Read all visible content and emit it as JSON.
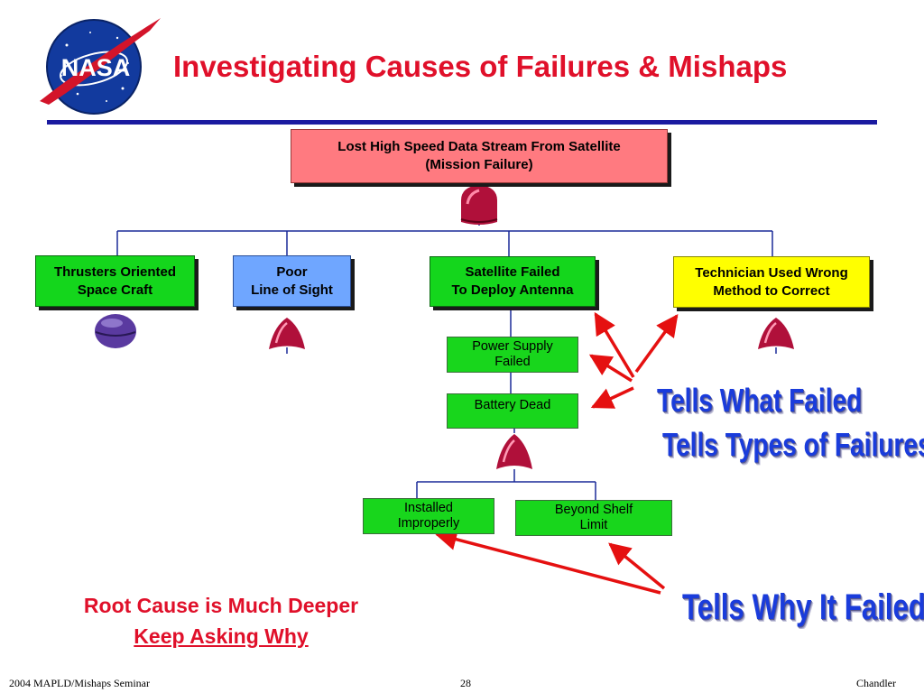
{
  "title": "Investigating Causes of Failures & Mishaps",
  "logo": {
    "text": "NASA"
  },
  "tree": {
    "top_event": "Lost High Speed Data Stream From Satellite\n(Mission Failure)",
    "causes": [
      {
        "label": "Thrusters Oriented\nSpace Craft",
        "color": "#14d61c"
      },
      {
        "label": "Poor\nLine of Sight",
        "color": "#6fa6ff"
      },
      {
        "label": "Satellite Failed\nTo Deploy Antenna",
        "color": "#14d61c"
      },
      {
        "label": "Technician Used Wrong\nMethod to Correct",
        "color": "#ffff00"
      }
    ],
    "sub_failures": [
      {
        "label": "Power Supply\nFailed"
      },
      {
        "label": "Battery Dead"
      }
    ],
    "root_causes": [
      {
        "label": "Installed\nImproperly"
      },
      {
        "label": "Beyond Shelf\nLimit"
      }
    ]
  },
  "callouts": {
    "what_failed": "Tells What Failed",
    "types_of_failures": "Tells Types of Failures",
    "why_failed": "Tells Why It Failed"
  },
  "root_cause_note": {
    "line1": "Root Cause is Much Deeper",
    "line2": "Keep Asking Why"
  },
  "footer": {
    "left": "2004 MAPLD/Mishaps Seminar",
    "page": "28",
    "right": "Chandler"
  },
  "colors": {
    "title": "#e0102a",
    "rule": "#1a1aa0",
    "top_event": "#ff7a80",
    "gate": "#b0103a",
    "connector": "#1a2a99",
    "arrow": "#e51010",
    "callout": "#1a3cdb"
  },
  "icons": [
    "nasa-logo",
    "or-gate-icon",
    "and-gate-icon",
    "transfer-circle-icon"
  ]
}
